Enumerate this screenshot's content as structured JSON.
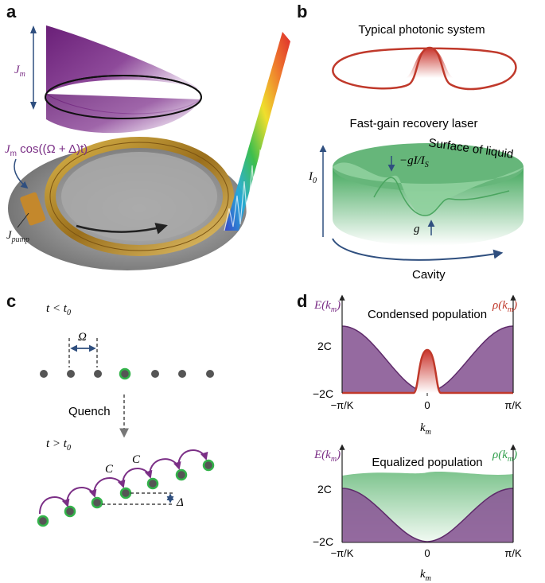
{
  "panels": {
    "a": "a",
    "b": "b",
    "c": "c",
    "d": "d"
  },
  "panel_a": {
    "jm_label": "J",
    "jm_sub": "m",
    "drive_label_pre": "J",
    "drive_label_sub": "m",
    "drive_label_post": " cos((Ω + Δ)t)",
    "pump_label": "J",
    "pump_sub": "pump"
  },
  "panel_b": {
    "title_top": "Typical photonic system",
    "title_bottom": "Fast-gain recovery laser",
    "surface_label": "Surface of liquid",
    "i0_label": "I",
    "i0_sub": "0",
    "gain_sat_label": "−gI/I",
    "gain_sat_sub": "S",
    "g_label": "g",
    "cavity_label": "Cavity"
  },
  "panel_c": {
    "t_before": "t < t",
    "t_before_sub": "0",
    "omega_label": "Ω",
    "quench_label": "Quench",
    "t_after": "t > t",
    "t_after_sub": "0",
    "c_label_1": "C",
    "c_label_2": "C",
    "delta_label": "Δ"
  },
  "panel_d": {
    "top": {
      "title": "Condensed population",
      "left_axis": "E(k",
      "left_axis_sub": "m",
      "right_axis": "ρ(k",
      "right_axis_sub": "m",
      "y_top": "2C",
      "y_bottom": "−2C",
      "x_left": "−π/K",
      "x_mid": "0",
      "x_right": "π/K",
      "x_label": "k",
      "x_label_sub": "m"
    },
    "bottom": {
      "title": "Equalized population",
      "left_axis": "E(k",
      "left_axis_sub": "m",
      "right_axis": "ρ(k",
      "right_axis_sub": "m",
      "y_top": "2C",
      "y_bottom": "−2C",
      "x_left": "−π/K",
      "x_mid": "0",
      "x_right": "π/K",
      "x_label": "k",
      "x_label_sub": "m"
    }
  },
  "colors": {
    "purple": "#7b2f86",
    "red": "#c0392b",
    "green": "#2e9e4a",
    "navy": "#2f4f7f",
    "gold": "#b5892a"
  }
}
